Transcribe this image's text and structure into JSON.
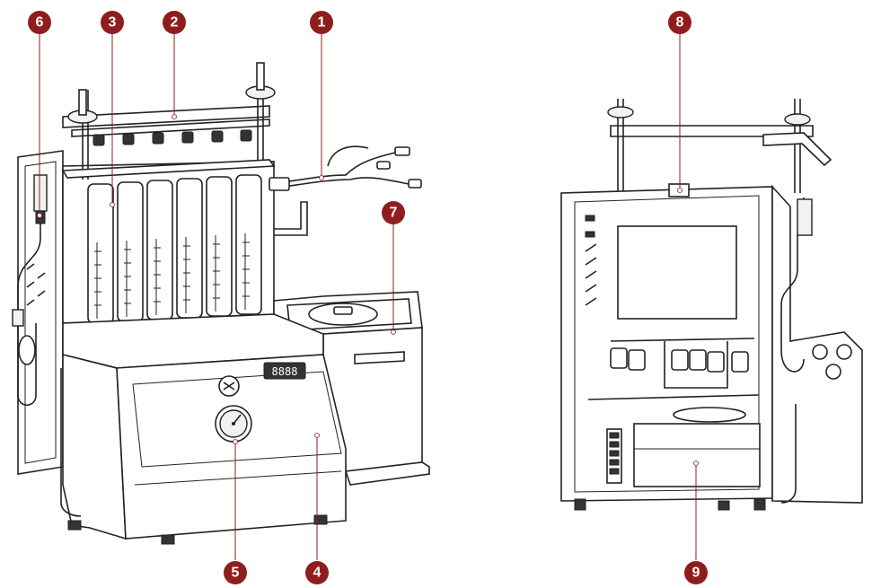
{
  "callouts": [
    {
      "label": "1"
    },
    {
      "label": "2"
    },
    {
      "label": "3"
    },
    {
      "label": "4"
    },
    {
      "label": "5"
    },
    {
      "label": "6"
    },
    {
      "label": "7"
    },
    {
      "label": "8"
    },
    {
      "label": "9"
    }
  ],
  "display": {
    "digits": "8888"
  },
  "colors": {
    "callout": "#8f1d1d",
    "line": "#222222"
  }
}
